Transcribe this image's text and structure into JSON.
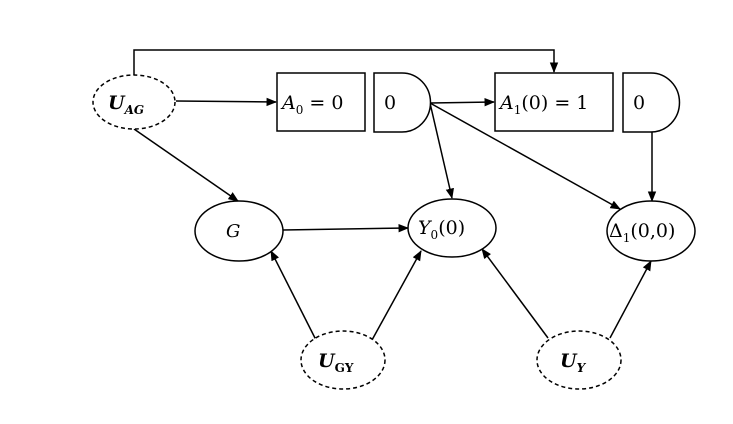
{
  "nodes": {
    "u_ag": {
      "main": "U",
      "sub": "AG"
    },
    "a0": {
      "var": "A",
      "sub": "0",
      "eq": " = 0"
    },
    "gate1": {
      "value": "0"
    },
    "a1": {
      "var": "A",
      "sub": "1",
      "rest": "(0) = 1"
    },
    "gate2": {
      "value": "0"
    },
    "g": {
      "label": "G"
    },
    "y0": {
      "var": "Y",
      "sub": "0",
      "rest": "(0)"
    },
    "delta1": {
      "var": "Δ",
      "sub": "1",
      "rest": "(0,0)"
    },
    "u_gy": {
      "main": "U",
      "sub": "GY"
    },
    "u_y": {
      "main": "U",
      "sub": "Y"
    }
  },
  "colors": {
    "stroke": "#000000",
    "fill": "#ffffff"
  }
}
